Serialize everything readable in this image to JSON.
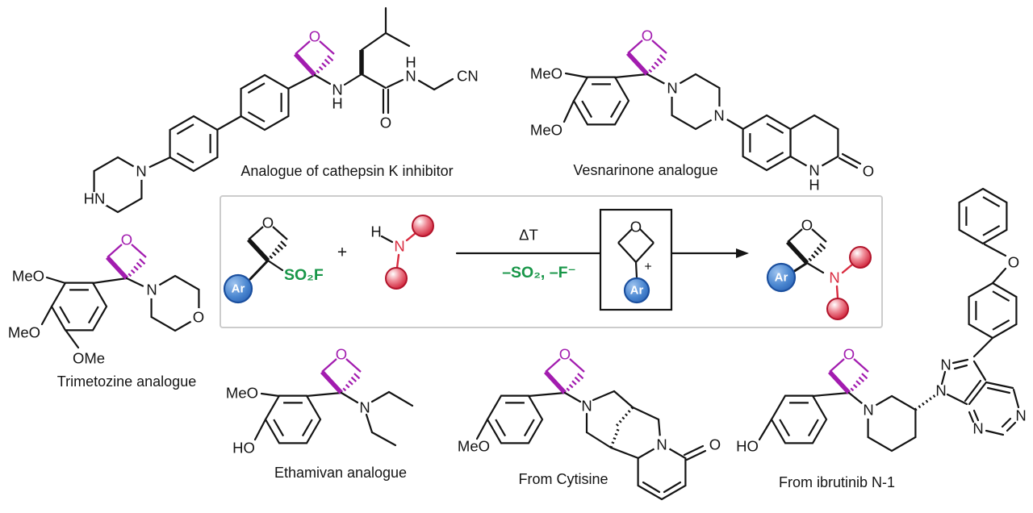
{
  "figure": {
    "type": "chemical-reaction-scheme",
    "captions": {
      "cathepsin": "Analogue of cathepsin K inhibitor",
      "vesnarinone": "Vesnarinone analogue",
      "trimetozine": "Trimetozine analogue",
      "ethamivan": "Ethamivan analogue",
      "cytisine": "From Cytisine",
      "ibrutinib": "From ibrutinib N-1"
    },
    "reaction": {
      "reactant_group": "SO₂F",
      "aryl": "Ar",
      "plus": "+",
      "cation_charge": "+",
      "conditions_above": "ΔT",
      "conditions_below": "–SO₂, –F⁻"
    },
    "atoms": {
      "O": "O",
      "N": "N",
      "H": "H",
      "HN": "HN",
      "MeO": "MeO",
      "OMe": "OMe",
      "HO": "HO",
      "CN": "CN"
    },
    "colors": {
      "oxetane_highlight": "#a21caf",
      "leaving_group_green": "#189648",
      "aryl_sphere_blue": "#4a86d0",
      "aryl_sphere_border": "#1b4f9e",
      "amine_red": "#d92b3f",
      "sphere_border_red": "#b2142b",
      "box_border_gray": "#cccccc",
      "bond_black": "#141414"
    }
  }
}
